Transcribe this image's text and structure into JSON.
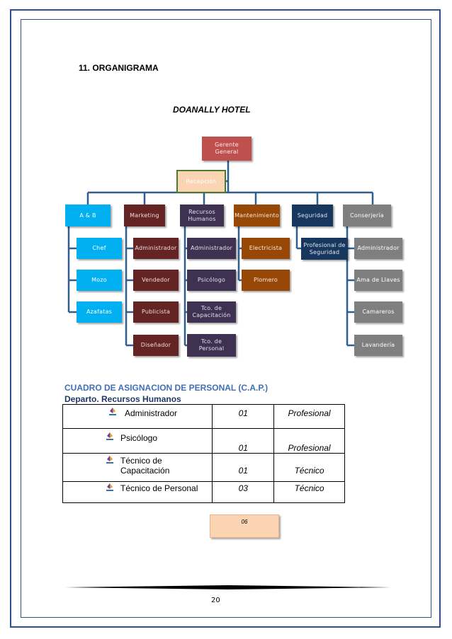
{
  "heading": "11. ORGANIGRAMA",
  "hotel_name": "DOANALLY HOTEL",
  "orgchart": {
    "gerente": "Gerente General",
    "recepcion": "Recepción",
    "departments": [
      "A & B",
      "Marketing",
      "Recursos Humanos",
      "Mantenimiento",
      "Seguridad",
      "Conserjería"
    ],
    "ab_roles": [
      "Chef",
      "Mozo",
      "Azafatas"
    ],
    "marketing_roles": [
      "Administrador",
      "Vendedor",
      "Publicista",
      "Diseñador"
    ],
    "rrhh_roles": [
      "Administrador",
      "Psicólogo",
      "Tco. de Capacitación",
      "Tco. de Personal"
    ],
    "mantenimiento_roles": [
      "Electricista",
      "Plomero"
    ],
    "seguridad_roles": [
      "Profesional de Seguridad"
    ],
    "conserjeria_roles": [
      "Administrador",
      "Ama de Llaves",
      "Camareros",
      "Lavandería"
    ],
    "colors": {
      "gerente": "#c0504d",
      "recepcion": "#fbd4b4",
      "ab": "#00b0f0",
      "marketing": "#632423",
      "rrhh": "#3f3151",
      "mantenimiento": "#984806",
      "seguridad": "#17375e",
      "conserjeria": "#7f7f7f",
      "connector": "#2f5f8f"
    }
  },
  "cap": {
    "title": "CUADRO DE ASIGNACION DE PERSONAL (C.A.P.)",
    "department": "Departo. Recursos Humanos",
    "rows": [
      {
        "role": "Administrador",
        "count": "01",
        "type": "Profesional"
      },
      {
        "role": "Psicólogo",
        "count": "01",
        "type": "Profesional"
      },
      {
        "role": "Técnico de Capacitación",
        "count": "01",
        "type": "Técnico"
      },
      {
        "role": "Técnico de Personal",
        "count": "03",
        "type": "Técnico"
      }
    ],
    "total": "06"
  },
  "page_number": "20"
}
